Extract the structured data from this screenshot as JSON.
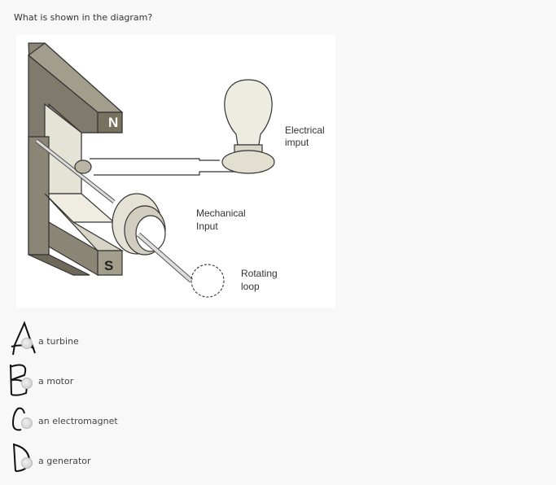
{
  "question": "What is shown in the diagram?",
  "diagram": {
    "pole_north": "N",
    "pole_south": "S",
    "label_electrical": [
      "Electrical",
      "imput"
    ],
    "label_mechanical": [
      "Mechanical",
      "Input"
    ],
    "label_rotating": [
      "Rotating",
      "loop"
    ]
  },
  "options": [
    {
      "letter": "A",
      "label": "a turbine"
    },
    {
      "letter": "B",
      "label": "a motor"
    },
    {
      "letter": "C",
      "label": "an electromagnet"
    },
    {
      "letter": "D",
      "label": "a generator"
    }
  ]
}
